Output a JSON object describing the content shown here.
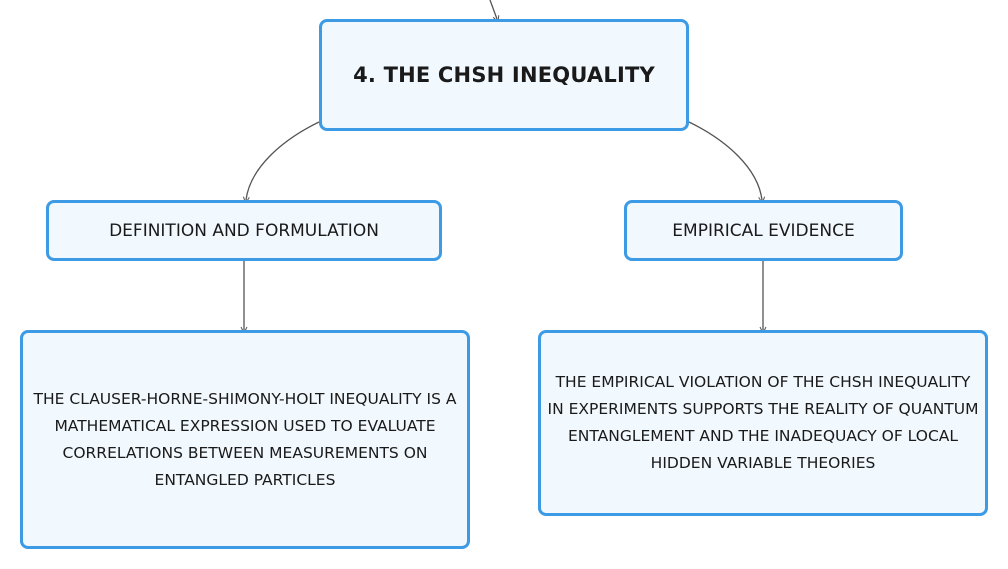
{
  "diagram": {
    "title": "4. THE CHSH INEQUALITY",
    "branches": [
      {
        "label": "DEFINITION AND FORMULATION",
        "detail": "THE CLAUSER-HORNE-SHIMONY-HOLT INEQUALITY IS A MATHEMATICAL EXPRESSION USED TO EVALUATE CORRELATIONS BETWEEN MEASUREMENTS ON ENTANGLED PARTICLES"
      },
      {
        "label": "EMPIRICAL EVIDENCE",
        "detail": "THE EMPIRICAL VIOLATION OF THE CHSH INEQUALITY IN EXPERIMENTS SUPPORTS THE REALITY OF QUANTUM ENTANGLEMENT AND THE INADEQUACY OF LOCAL HIDDEN VARIABLE THEORIES"
      }
    ]
  },
  "colors": {
    "node_border": "#3d9ae4",
    "node_fill": "#f1f8fe",
    "connector": "#555555",
    "text": "#1a1a1a"
  }
}
